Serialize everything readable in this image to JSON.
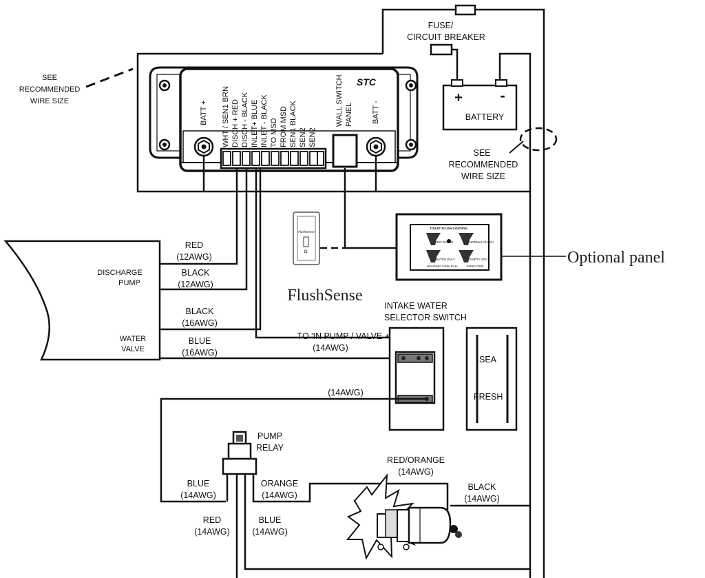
{
  "labels": {
    "fuse_circuit_breaker_1": "FUSE/",
    "fuse_circuit_breaker_2": "CIRCUIT BREAKER",
    "see_rec_left_1": "SEE",
    "see_rec_left_2": "RECOMMENDED",
    "see_rec_left_3": "WIRE SIZE",
    "see_rec_right_1": "SEE",
    "see_rec_right_2": "RECOMMENDED",
    "see_rec_right_3": "WIRE SIZE",
    "stc": "STC",
    "battery": "BATTERY",
    "plus": "+",
    "minus": "-",
    "optional_panel": "Optional panel",
    "flushsense": "FlushSense",
    "flushsense_small": "FlushSense",
    "discharge_pump_1": "DISCHARGE",
    "discharge_pump_2": "PUMP",
    "water_valve_1": "WATER",
    "water_valve_2": "VALVE",
    "intake_1": "INTAKE WATER",
    "intake_2": "SELECTOR SWITCH",
    "sea": "SEA",
    "fresh": "FRESH",
    "pump_relay_1": "PUMP",
    "pump_relay_2": "RELAY",
    "to_in_pump": "TO 'IN PUMP / VALVE +'",
    "panel_title": "TOILET FLUSH CONTROL",
    "panel_add_water": "ADD WATER",
    "panel_normal_flush": "NORMAL FLUSH",
    "panel_water_only": "WATER ONLY",
    "panel_empty_only": "EMPTY ONLY",
    "panel_holding_tank": "HOLDING TANK FULL",
    "panel_indicator": "INDICATOR"
  },
  "terminals": {
    "batt_plus": "BATT +",
    "batt_minus": "BATT -",
    "wall_switch_1": "WALL SWITCH",
    "wall_switch_2": "PANEL",
    "t1": "WHT / SEN1 BRN",
    "t2": "DISCH + RED",
    "t3": "DISCH - BLACK",
    "t4": "INLET+ BLUE",
    "t5": "INLET - BLACK",
    "t6": "TO MSD",
    "t7": "FROM MSD",
    "t8": "SEN1 BLACK",
    "t9": "SEN2",
    "t10": "SEN2"
  },
  "wires": {
    "red_12": [
      "RED",
      "(12AWG)"
    ],
    "black_12": [
      "BLACK",
      "(12AWG)"
    ],
    "black_16": [
      "BLACK",
      "(16AWG)"
    ],
    "blue_16": [
      "BLUE",
      "(16AWG)"
    ],
    "to_in_14": "(14AWG)",
    "selector_14": "(14AWG)",
    "red_orange_14": [
      "RED/ORANGE",
      "(14AWG)"
    ],
    "black_14": [
      "BLACK",
      "(14AWG)"
    ],
    "blue_relay_14": [
      "BLUE",
      "(14AWG)"
    ],
    "orange_14": [
      "ORANGE",
      "(14AWG)"
    ],
    "red_relay_14": [
      "RED",
      "(14AWG)"
    ],
    "blue_bottom_14": [
      "BLUE",
      "(14AWG)"
    ]
  }
}
